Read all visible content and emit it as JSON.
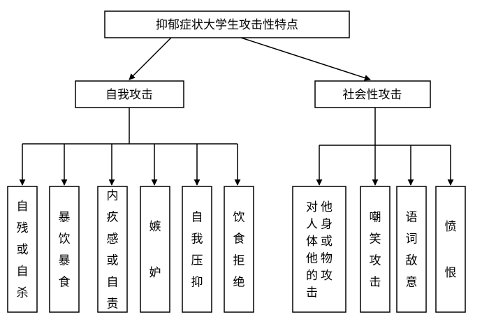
{
  "root": {
    "label": "抑郁症状大学生攻击性特点"
  },
  "self_attack": {
    "label": "自我攻击",
    "children": [
      {
        "label": "自残或自杀"
      },
      {
        "label": "暴饮暴食"
      },
      {
        "label": "内疚感或自责"
      },
      {
        "label": "嫉妒"
      },
      {
        "label": "自我压抑"
      },
      {
        "label": "饮食拒绝"
      }
    ]
  },
  "social_attack": {
    "label": "社会性攻击",
    "children": [
      {
        "label": "对他人身体或他物的攻击"
      },
      {
        "label": "嘲笑攻击"
      },
      {
        "label": "语词敌意"
      },
      {
        "label": "愤恨"
      }
    ]
  },
  "colors": {
    "stroke": "#000000",
    "fill": "#ffffff",
    "text": "#000000"
  }
}
